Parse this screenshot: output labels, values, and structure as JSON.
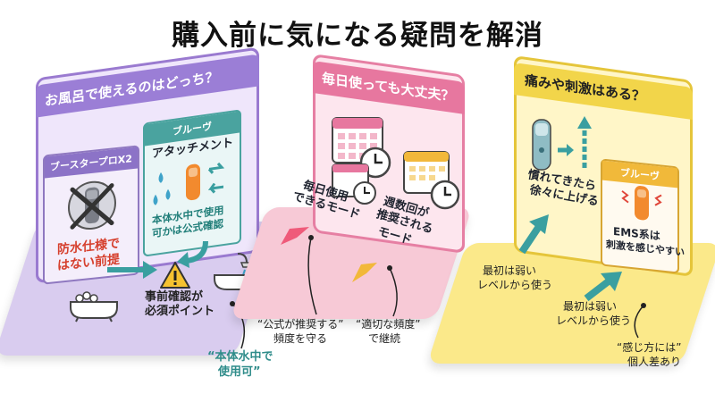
{
  "title": "購入前に気になる疑問を解消",
  "panel_bath": {
    "header": "お風呂で使えるのはどっち？",
    "card_booster": {
      "header": "ブースタープロX2",
      "warning_line1": "防水仕様で",
      "warning_line2": "はない前提"
    },
    "card_bluev": {
      "header": "ブルーヴ",
      "attachment": "アタッチメント",
      "line1": "本体水中で使用",
      "line2": "可かは公式確認"
    },
    "center_line1": "事前確認が",
    "center_line2": "必須ポイント",
    "callout_line1": "“本体水中で",
    "callout_line2": "使用可”"
  },
  "panel_freq": {
    "header": "毎日使っても大丈夫？",
    "mode_daily_line1": "毎日使用",
    "mode_daily_line2": "できるモード",
    "mode_weekly_line1": "週数回が",
    "mode_weekly_line2": "推奨される",
    "mode_weekly_line3": "モード",
    "callout_official_line1": "“公式が推奨する”",
    "callout_official_line2": "頻度を守る",
    "callout_freq_line1": "“適切な頻度”",
    "callout_freq_line2": "で継続"
  },
  "panel_pain": {
    "header": "痛みや刺激はある？",
    "device_line1": "慣れてきたら",
    "device_line2": "徐々に上げる",
    "card_bluev": {
      "header": "ブルーヴ",
      "line1": "EMS系は",
      "line2": "刺激を感じやすい"
    },
    "note_left_line1": "最初は弱い",
    "note_left_line2": "レベルから使う",
    "note_right_line1": "最初は弱い",
    "note_right_line2": "レベルから使う",
    "callout_line1": "“感じ方には”",
    "callout_line2": "個人差あり"
  },
  "colors": {
    "purple": "#9b7ed6",
    "pink": "#e7779f",
    "yellow": "#f2d54a",
    "teal": "#4aa39f",
    "red": "#d6402e",
    "orange": "#f28a2e"
  }
}
